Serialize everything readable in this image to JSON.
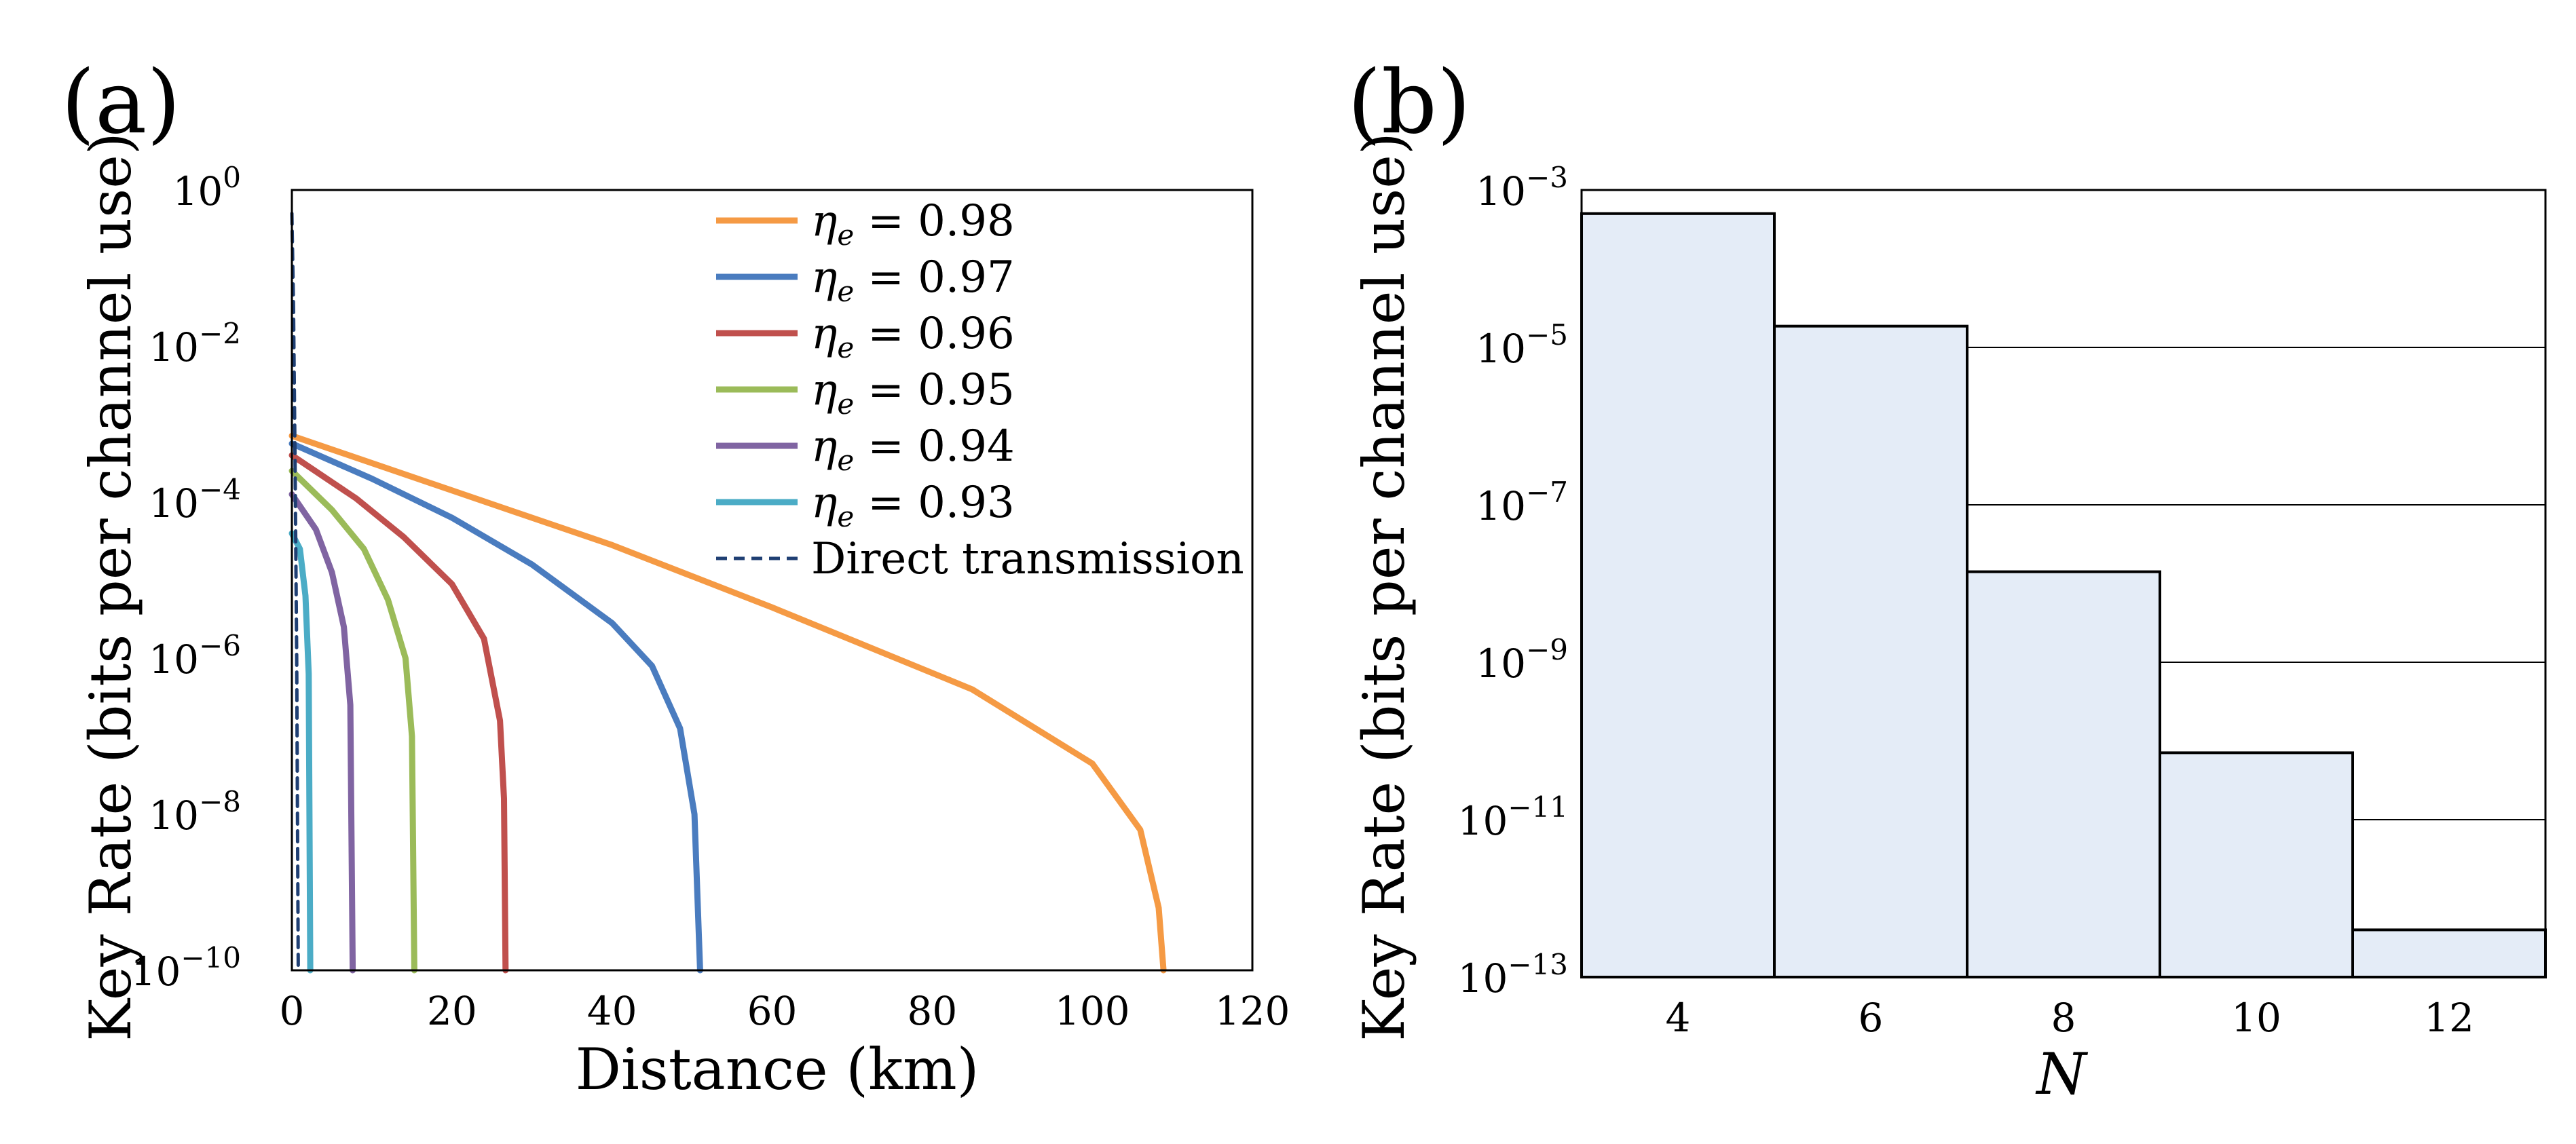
{
  "chart_data": [
    {
      "panel_label": "(a)",
      "type": "line",
      "xlabel": "Distance (km)",
      "ylabel": "Key Rate (bits per channel use)",
      "xlim": [
        0,
        120
      ],
      "ylim_exp": [
        -10,
        0
      ],
      "y_scale": "log",
      "x_ticks": [
        "0",
        "20",
        "40",
        "60",
        "80",
        "100",
        "120"
      ],
      "y_tick_base": "10",
      "y_tick_exponents": [
        "0",
        "−2",
        "−4",
        "−6",
        "−8",
        "−10"
      ],
      "grid": false,
      "legend_position": "top-right",
      "series": [
        {
          "name": "η_e = 0.98",
          "label_var": "η",
          "label_sub": "e",
          "label_value": "= 0.98",
          "color": "#f59a44",
          "dash": false,
          "points": [
            [
              0,
              -3.15
            ],
            [
              20,
              -3.85
            ],
            [
              40,
              -4.55
            ],
            [
              60,
              -5.35
            ],
            [
              85,
              -6.4
            ],
            [
              100,
              -7.35
            ],
            [
              106,
              -8.2
            ],
            [
              108.3,
              -9.2
            ],
            [
              108.9,
              -10
            ]
          ]
        },
        {
          "name": "η_e = 0.97",
          "label_var": "η",
          "label_sub": "e",
          "label_value": "= 0.97",
          "color": "#4a7cbf",
          "dash": false,
          "points": [
            [
              0,
              -3.25
            ],
            [
              10,
              -3.7
            ],
            [
              20,
              -4.2
            ],
            [
              30,
              -4.8
            ],
            [
              40,
              -5.55
            ],
            [
              45,
              -6.1
            ],
            [
              48.5,
              -6.9
            ],
            [
              50.3,
              -8.0
            ],
            [
              51,
              -10
            ]
          ]
        },
        {
          "name": "η_e = 0.96",
          "label_var": "η",
          "label_sub": "e",
          "label_value": "= 0.96",
          "color": "#c0504d",
          "dash": false,
          "points": [
            [
              0,
              -3.4
            ],
            [
              8,
              -3.95
            ],
            [
              14,
              -4.45
            ],
            [
              20,
              -5.05
            ],
            [
              24,
              -5.75
            ],
            [
              26,
              -6.8
            ],
            [
              26.5,
              -7.8
            ],
            [
              26.7,
              -10
            ]
          ]
        },
        {
          "name": "η_e = 0.95",
          "label_var": "η",
          "label_sub": "e",
          "label_value": "= 0.95",
          "color": "#9bbb59",
          "dash": false,
          "points": [
            [
              0,
              -3.6
            ],
            [
              5,
              -4.1
            ],
            [
              9,
              -4.6
            ],
            [
              12,
              -5.25
            ],
            [
              14.2,
              -6.0
            ],
            [
              15.0,
              -7.0
            ],
            [
              15.3,
              -10
            ]
          ]
        },
        {
          "name": "η_e = 0.94",
          "label_var": "η",
          "label_sub": "e",
          "label_value": "= 0.94",
          "color": "#8064a2",
          "dash": false,
          "points": [
            [
              0,
              -3.9
            ],
            [
              3,
              -4.35
            ],
            [
              5,
              -4.9
            ],
            [
              6.5,
              -5.6
            ],
            [
              7.3,
              -6.6
            ],
            [
              7.6,
              -10
            ]
          ]
        },
        {
          "name": "η_e = 0.93",
          "label_var": "η",
          "label_sub": "e",
          "label_value": "= 0.93",
          "color": "#4bacc6",
          "dash": false,
          "points": [
            [
              0,
              -4.4
            ],
            [
              1,
              -4.6
            ],
            [
              1.7,
              -5.2
            ],
            [
              2.1,
              -6.2
            ],
            [
              2.3,
              -10
            ]
          ]
        },
        {
          "name": "Direct transmission",
          "label_var": "",
          "label_sub": "",
          "label_value": "Direct transmission",
          "color": "#1f3f73",
          "dash": true,
          "points": [
            [
              0,
              -0.3
            ],
            [
              0.2,
              -1.5
            ],
            [
              0.4,
              -3.5
            ],
            [
              0.6,
              -6
            ],
            [
              0.8,
              -10
            ]
          ]
        }
      ]
    },
    {
      "panel_label": "(b)",
      "type": "bar",
      "xlabel": "N",
      "ylabel": "Key Rate (bits per channel use)",
      "categories": [
        "4",
        "6",
        "8",
        "10",
        "12"
      ],
      "values_log10": [
        -3.3,
        -4.73,
        -7.85,
        -10.15,
        -12.4
      ],
      "xlim": [
        3,
        13
      ],
      "ylim_exp": [
        -13,
        -3
      ],
      "y_scale": "log",
      "y_tick_base": "10",
      "y_tick_exponents": [
        "−3",
        "−5",
        "−7",
        "−9",
        "−11",
        "−13"
      ],
      "grid": true,
      "bar_color": "#e4ecf7",
      "bar_edge": "#000000"
    }
  ]
}
